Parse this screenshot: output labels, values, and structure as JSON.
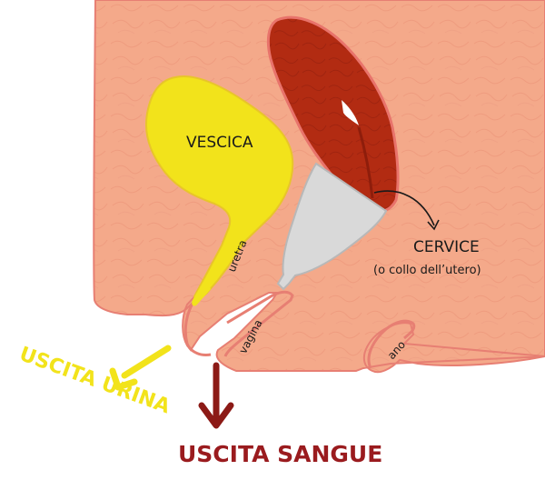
{
  "labels": {
    "vescica": "VESCICA",
    "uretra": "uretra",
    "vagina": "vagina",
    "ano": "ano",
    "cervice": "CERVICE",
    "cervice_sub": "(o collo dell’utero)",
    "uscita_urina": "USCITA URINA",
    "uscita_sangue": "USCITA SANGUE"
  },
  "colors": {
    "skin": "#f4a98a",
    "skin_outline": "#e77f73",
    "bladder": "#f2e31b",
    "uterus": "#b22b12",
    "uterus_dark": "#8e1d0b",
    "cup": "#d9d9d9",
    "cup_outline": "#b8b8b8",
    "urine_arrow": "#f2e31b",
    "blood_arrow": "#8c1a16",
    "blood_text": "#9a1b1e",
    "urine_text": "#f2e31b",
    "label_dark": "#1a1a1a"
  }
}
